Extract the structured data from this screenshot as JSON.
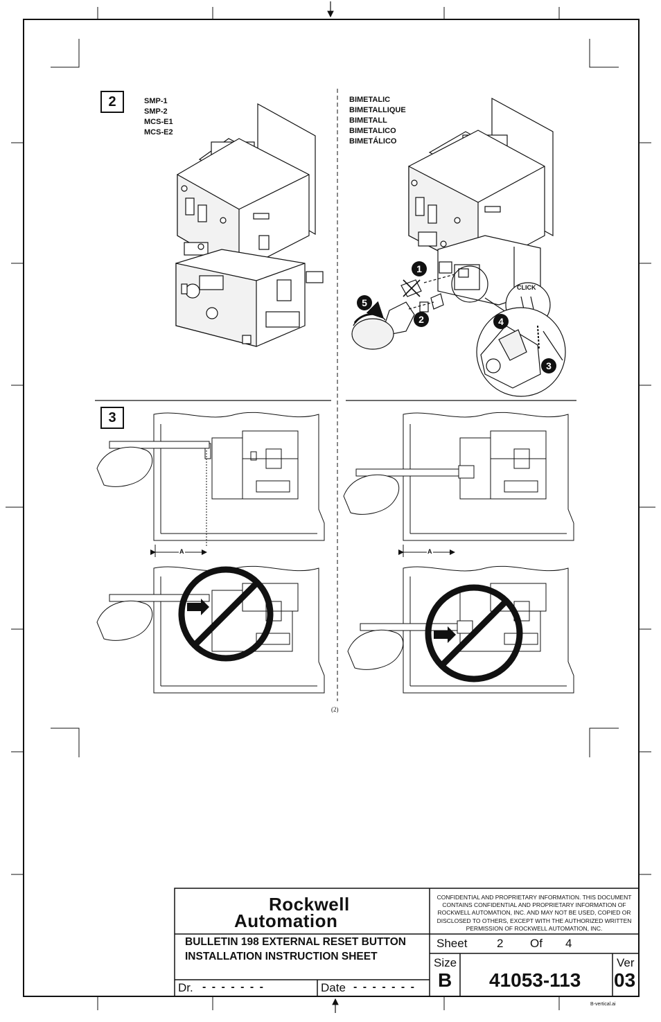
{
  "step2": {
    "number": "2",
    "left_models": [
      "SMP-1",
      "SMP-2",
      "MCS-E1",
      "MCS-E2"
    ],
    "right_models": [
      "BIMETALIC",
      "BIMETALLIQUE",
      "BIMETALL",
      "BIMETALICO",
      "BIMETÁLICO"
    ],
    "callouts": [
      "1",
      "2",
      "3",
      "4",
      "5"
    ],
    "click_label": "CLICK"
  },
  "step3": {
    "number": "3",
    "dimension_label": "A"
  },
  "page_marker": "(2)",
  "title_block": {
    "logo": [
      "Rockwell",
      "Automation"
    ],
    "confidential_lines": [
      "CONFIDENTIAL AND PROPRIETARY INFORMATION.  THIS DOCUMENT",
      "CONTAINS CONFIDENTIAL AND PROPRIETARY INFORMATION OF",
      "ROCKWELL AUTOMATION, INC. AND MAY NOT BE USED, COPIED OR",
      "DISCLOSED TO OTHERS, EXCEPT WITH THE AUTHORIZED WRITTEN",
      "PERMISSION OF ROCKWELL AUTOMATION, INC."
    ],
    "title_lines": [
      "BULLETIN 198 EXTERNAL RESET BUTTON",
      "INSTALLATION INSTRUCTION SHEET"
    ],
    "sheet_label": "Sheet",
    "sheet_number": "2",
    "of_label": "Of",
    "sheet_total": "4",
    "size_label": "Size",
    "size_value": "B",
    "doc_number": "41053-113",
    "ver_label": "Ver",
    "ver_value": "03",
    "drawn_label": "Dr.",
    "drawn_value": "- - - - - - -",
    "date_label": "Date",
    "date_value": "- - - - - - -"
  },
  "file_name": "B-vertical.ai"
}
